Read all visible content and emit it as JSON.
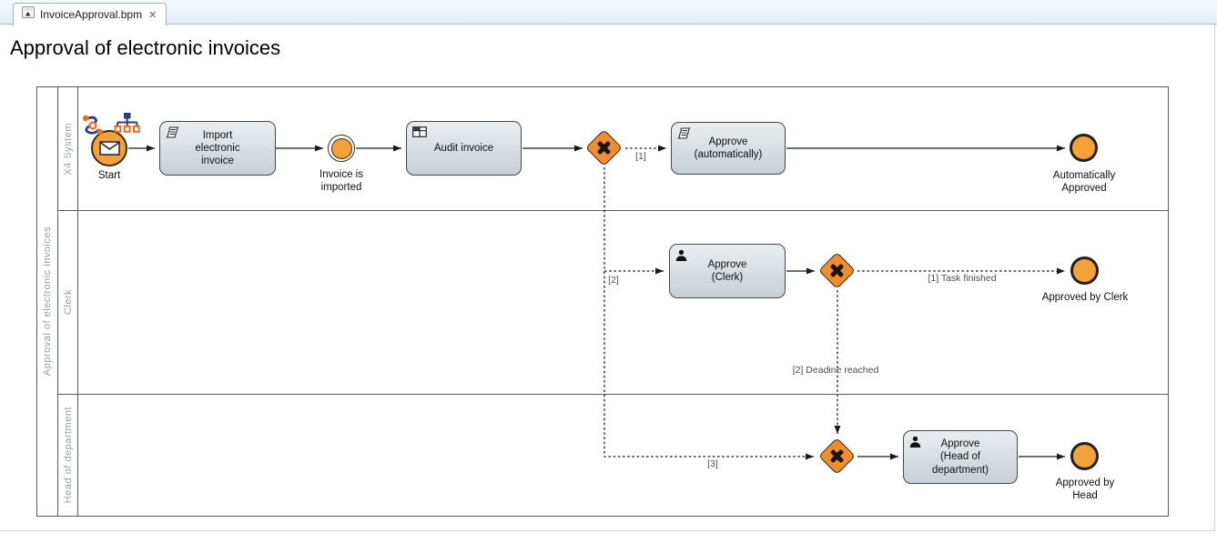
{
  "tab": {
    "title": "InvoiceApproval.bpm"
  },
  "icons": {
    "close": "✕"
  },
  "page": {
    "title": "Approval of electronic invoices"
  },
  "pool": {
    "label": "Approval of electronic invoices",
    "lanes": [
      {
        "label": "X4 System"
      },
      {
        "label": "Clerk"
      },
      {
        "label": "Head of department"
      }
    ]
  },
  "nodes": {
    "start": {
      "label": "Start"
    },
    "import_task": {
      "label": "Import\nelectronic\ninvoice"
    },
    "imported_event": {
      "label": "Invoice is\nimported"
    },
    "audit_task": {
      "label": "Audit invoice"
    },
    "approve_auto_task": {
      "label": "Approve\n(automatically)"
    },
    "auto_approved_event": {
      "label": "Automatically\nApproved"
    },
    "approve_clerk_task": {
      "label": "Approve\n(Clerk)"
    },
    "clerk_approved_event": {
      "label": "Approved by Clerk"
    },
    "approve_head_task": {
      "label": "Approve\n(Head of\ndepartment)"
    },
    "head_approved_event": {
      "label": "Approved by\nHead"
    }
  },
  "edges": {
    "cond1": {
      "label": "[1]"
    },
    "cond2": {
      "label": "[2]"
    },
    "cond3": {
      "label": "[3]"
    },
    "task_finished": {
      "label": "[1] Task finished"
    },
    "deadline_reached": {
      "label": "[2] Deadine reached"
    }
  },
  "colors": {
    "event-fill": "#F2A13B",
    "event-border": "#3C2C10",
    "gateway-fill": "#F08E2F",
    "task-top": "#EAEEF1",
    "task-bottom": "#C7D0D6",
    "task-border": "#43484B",
    "flow": "#1A1A1A",
    "edge-label": "#4F4F4F",
    "cond-label": "#47536E",
    "badge-navy": "#2C3E75",
    "badge-orange": "#F2691E"
  }
}
